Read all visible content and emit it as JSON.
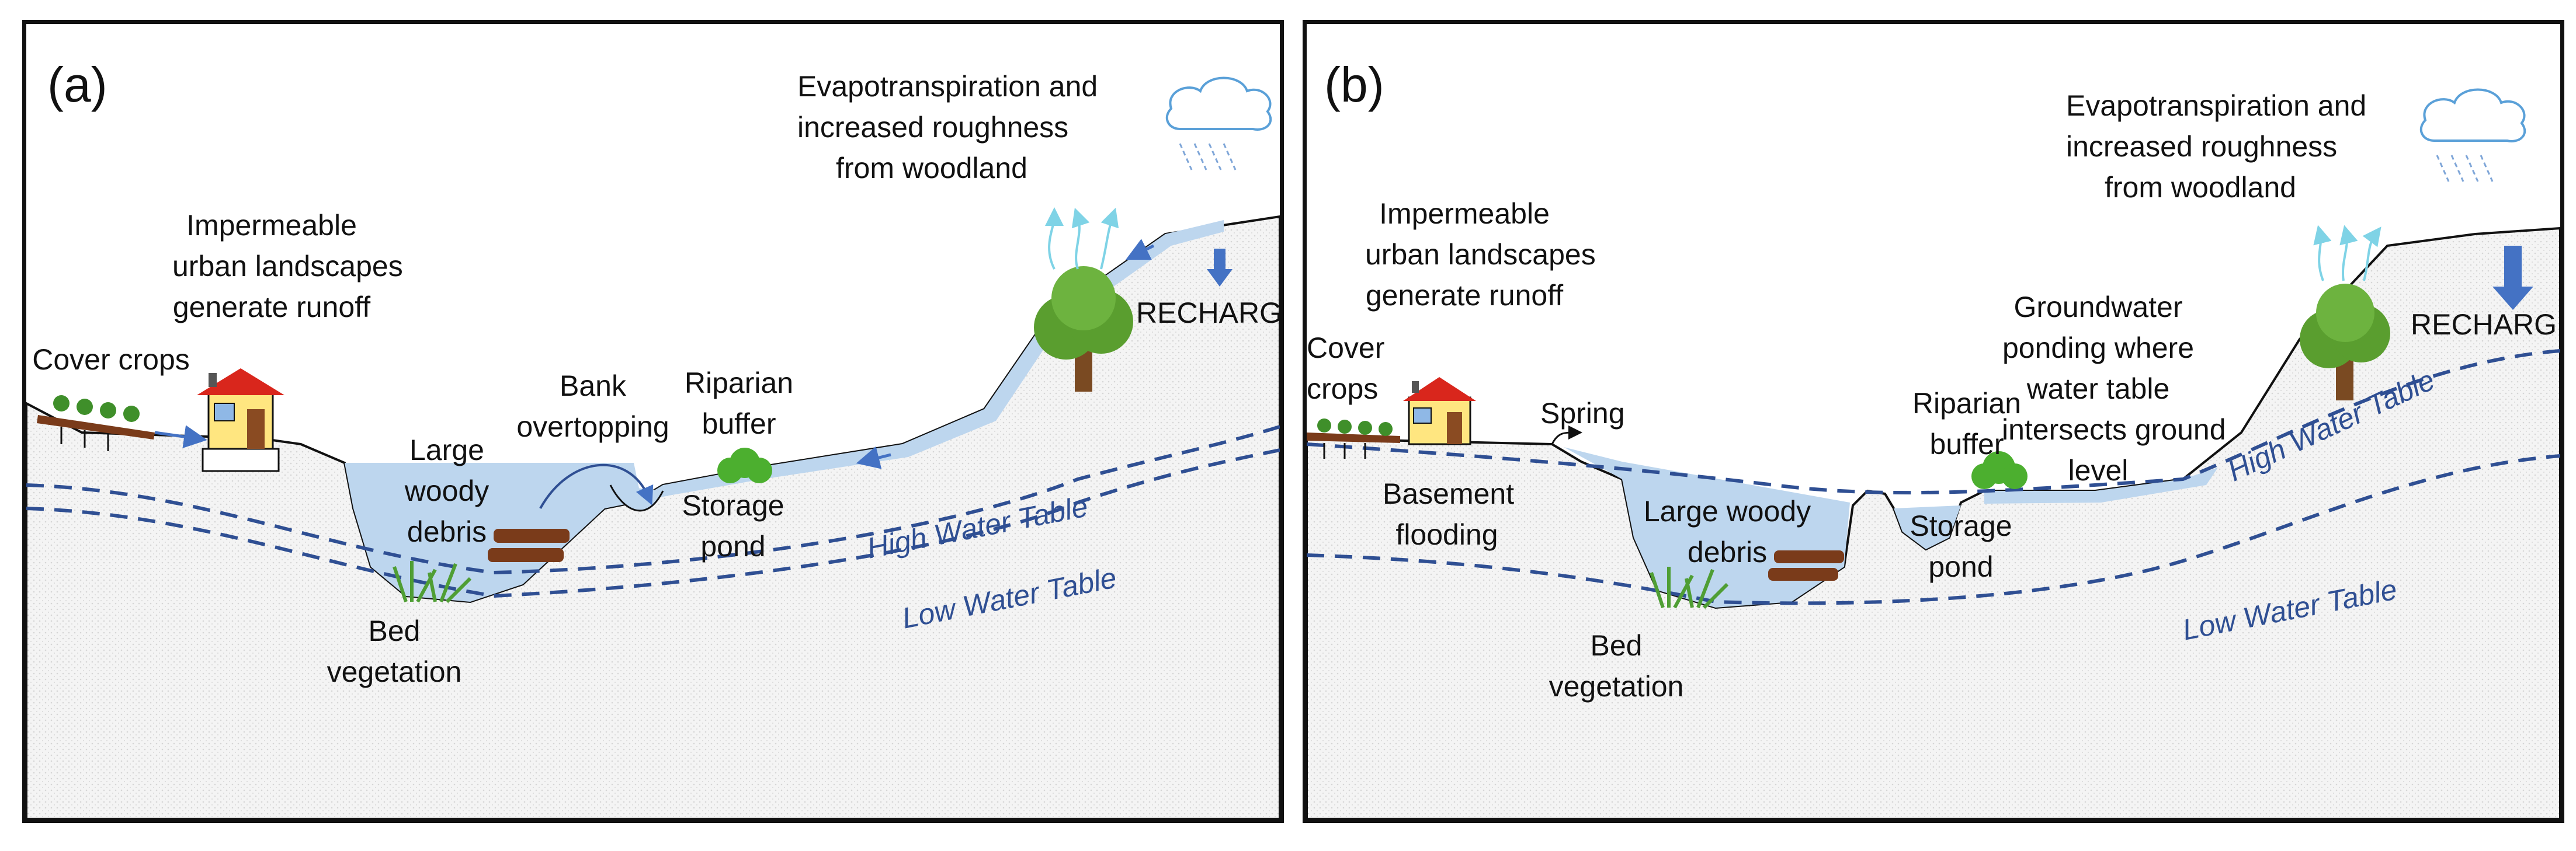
{
  "colors": {
    "water": "#bdd6ee",
    "water_table": "#2f4f93",
    "arrow_blue": "#4472c4",
    "evap_arrow": "#7fd3e6",
    "tree_green": "#5a9e2f",
    "wood": "#7a3b1a",
    "house_wall": "#ffe680",
    "house_roof": "#d9261c",
    "ground_fill": "#f2f2f2"
  },
  "panels": [
    {
      "id": "a",
      "label": "(a)",
      "labels": {
        "evapotranspiration": "Evapotranspiration and\nincreased roughness\nfrom woodland",
        "impermeable": "Impermeable\nurban landscapes\ngenerate runoff",
        "cover_crops": "Cover crops",
        "bank_overtopping": "Bank\novertopping",
        "riparian_buffer": "Riparian\nbuffer",
        "large_woody_debris": "Large\nwoody\ndebris",
        "storage_pond": "Storage\npond",
        "recharge": "RECHARGE",
        "high_water_table": "High Water Table",
        "low_water_table": "Low Water Table",
        "bed_vegetation": "Bed\nvegetation"
      }
    },
    {
      "id": "b",
      "label": "(b)",
      "labels": {
        "evapotranspiration": "Evapotranspiration and\nincreased roughness\nfrom woodland",
        "impermeable": "Impermeable\nurban landscapes\ngenerate runoff",
        "cover_crops": "Cover\ncrops",
        "spring": "Spring",
        "basement_flooding": "Basement\nflooding",
        "groundwater_ponding": "Groundwater\nponding where\nwater table\nintersects ground\nlevel",
        "riparian_buffer": "Riparian\nbuffer",
        "large_woody_debris": "Large woody\ndebris",
        "storage_pond": "Storage\npond",
        "recharge": "RECHARGE",
        "high_water_table": "High Water Table",
        "low_water_table": "Low Water Table",
        "bed_vegetation": "Bed\nvegetation"
      }
    }
  ]
}
